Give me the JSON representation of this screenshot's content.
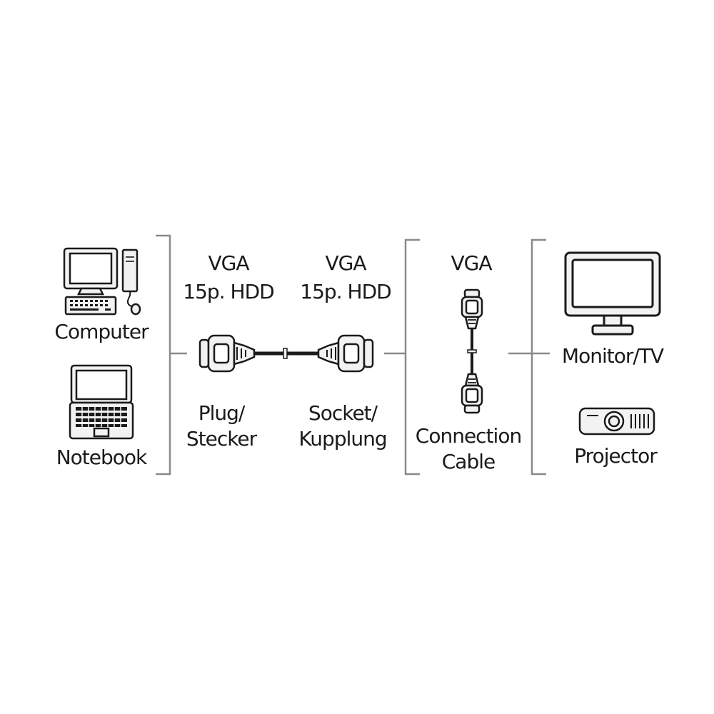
{
  "devices_left": {
    "computer": "Computer",
    "notebook": "Notebook"
  },
  "plug": {
    "type": "VGA",
    "spec": "15p. HDD",
    "label_line1": "Plug/",
    "label_line2": "Stecker"
  },
  "socket": {
    "type": "VGA",
    "spec": "15p. HDD",
    "label_line1": "Socket/",
    "label_line2": "Kupplung"
  },
  "cable": {
    "type": "VGA",
    "label_line1": "Connection",
    "label_line2": "Cable"
  },
  "devices_right": {
    "monitor": "Monitor/TV",
    "projector": "Projector"
  },
  "colors": {
    "line": "#888888",
    "icon_stroke": "#1a1a1a",
    "icon_fill": "#f2f2f2"
  }
}
